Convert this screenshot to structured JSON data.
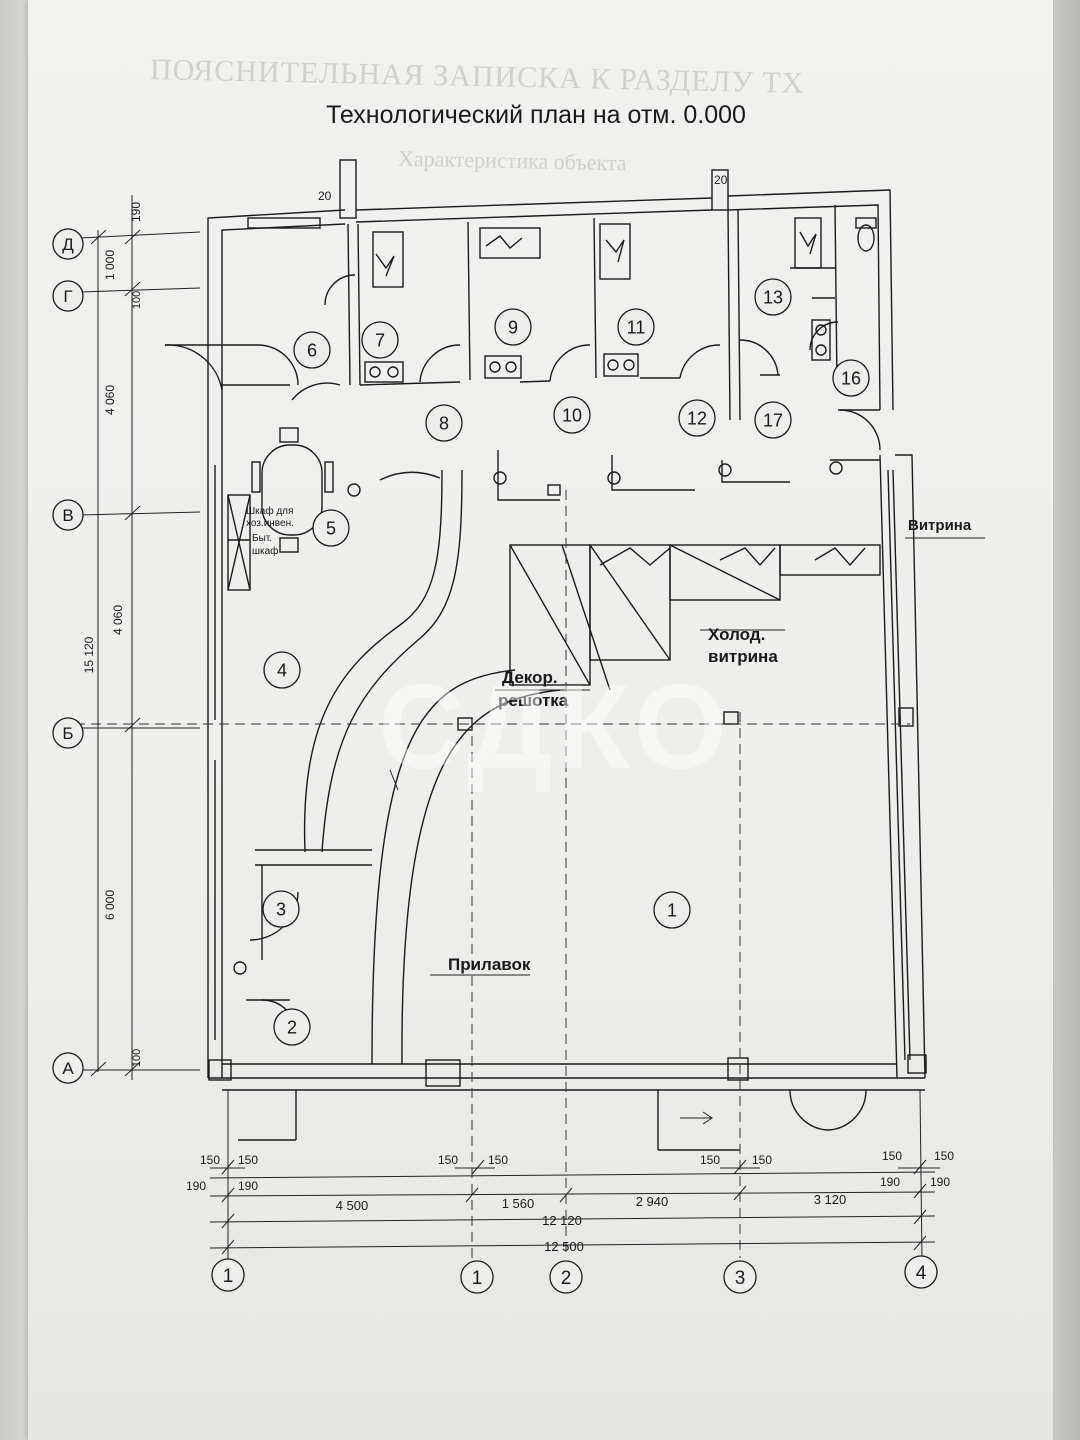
{
  "title": "Технологический план на отм. 0.000",
  "background_text": {
    "heading": "ПОЯСНИТЕЛЬНАЯ ЗАПИСКА К РАЗДЕЛУ ТХ",
    "subheading": "Характеристика объекта"
  },
  "watermark": "СДКО",
  "rooms": [
    "1",
    "2",
    "3",
    "4",
    "5",
    "6",
    "7",
    "8",
    "9",
    "10",
    "11",
    "12",
    "13",
    "16",
    "17"
  ],
  "labels": {
    "vitrina": "Витрина",
    "holod_vitrina_1": "Холод.",
    "holod_vitrina_2": "витрина",
    "dekor_1": "Декор.",
    "dekor_2": "решотка",
    "prilavok": "Прилавок",
    "shkaf_1": "Шкаф для",
    "shkaf_2": "хоз.инвен.",
    "shkaf_3": "Быт.",
    "shkaf_4": "шкаф"
  },
  "axes": {
    "rows": [
      "Д",
      "Г",
      "В",
      "Б",
      "А"
    ],
    "columns": [
      "1",
      "1",
      "2",
      "3",
      "4"
    ]
  },
  "dimensions": {
    "bottom_top_pair": [
      "150",
      "150"
    ],
    "bottom_190": [
      "190",
      "190"
    ],
    "spans": [
      "4 500",
      "1 560",
      "2 940",
      "3 120"
    ],
    "total_inner": "12 120",
    "total_outer": "12 500",
    "left": [
      "190",
      "1 000",
      "4 060",
      "4 060",
      "6 000",
      "15 120",
      "100",
      "100"
    ],
    "top_20": "20"
  }
}
